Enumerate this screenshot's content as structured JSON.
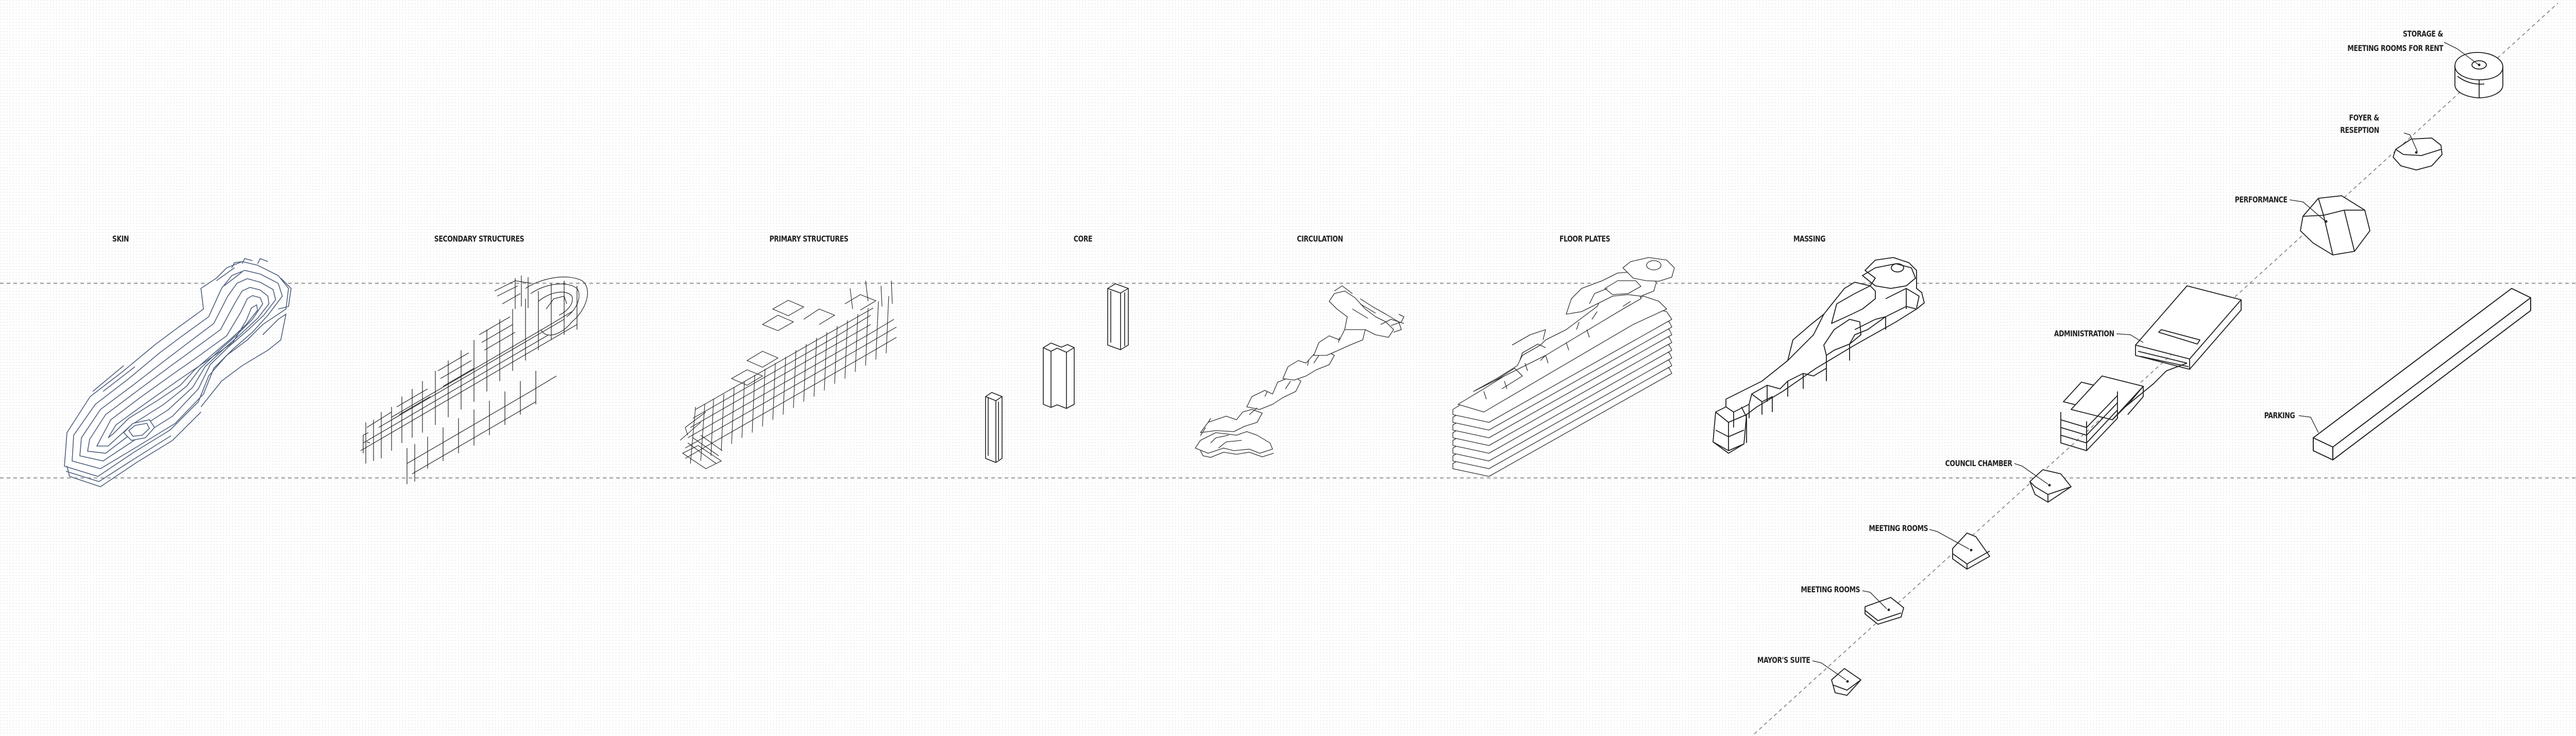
{
  "layers": [
    {
      "id": "skin",
      "label": "SKIN"
    },
    {
      "id": "secondary",
      "label": "SECONDARY STRUCTURES"
    },
    {
      "id": "primary",
      "label": "PRIMARY STRUCTURES"
    },
    {
      "id": "core",
      "label": "CORE"
    },
    {
      "id": "circulation",
      "label": "CIRCULATION"
    },
    {
      "id": "floorplates",
      "label": "FLOOR PLATES"
    },
    {
      "id": "massing",
      "label": "MASSING"
    }
  ],
  "program": {
    "storage_line1": "STORAGE &",
    "storage_line2": "MEETING ROOMS FOR RENT",
    "foyer_line1": "FOYER &",
    "foyer_line2": "RESEPTION",
    "performance": "PERFORMANCE",
    "administration": "ADMINISTRATION",
    "parking": "PARKING",
    "council": "COUNCIL CHAMBER",
    "meeting1": "MEETING ROOMS",
    "meeting2": "MEETING ROOMS",
    "mayor": "MAYOR'S SUITE"
  },
  "colors": {
    "line": "#333333",
    "skin": "#5a6f8f",
    "dash": "#777777",
    "fill": "#ffffff"
  }
}
